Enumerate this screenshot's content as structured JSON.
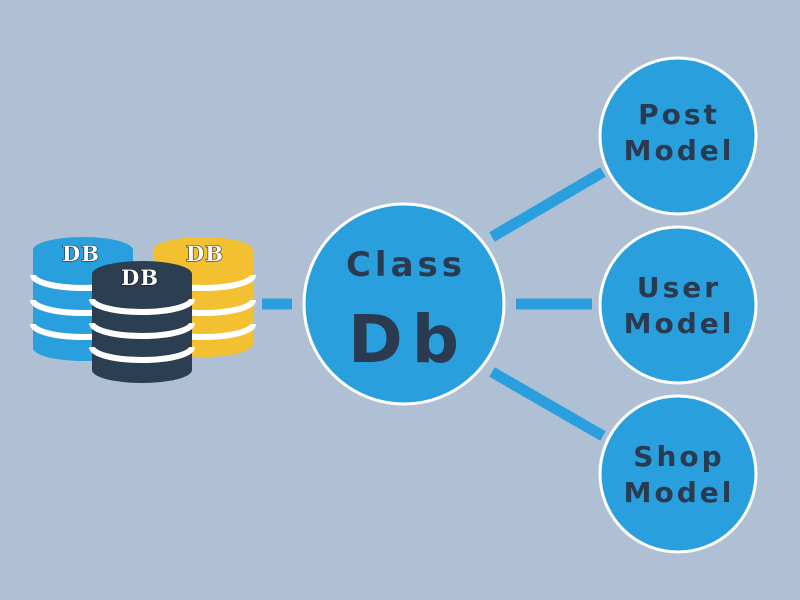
{
  "diagram": {
    "databases": [
      {
        "label": "DB",
        "color": "#29a0dd"
      },
      {
        "label": "DB",
        "color": "#f2c030"
      },
      {
        "label": "DB",
        "color": "#2c3e52"
      }
    ],
    "center": {
      "word": "Class",
      "name": "Db"
    },
    "models": [
      {
        "line1": "Post",
        "line2": "Model"
      },
      {
        "line1": "User",
        "line2": "Model"
      },
      {
        "line1": "Shop",
        "line2": "Model"
      }
    ],
    "colors": {
      "background": "#b0c0d4",
      "accent_blue": "#29a0dd",
      "dark_navy": "#2c3e52",
      "yellow": "#f2c030",
      "text_dark": "#2a3a50"
    }
  }
}
